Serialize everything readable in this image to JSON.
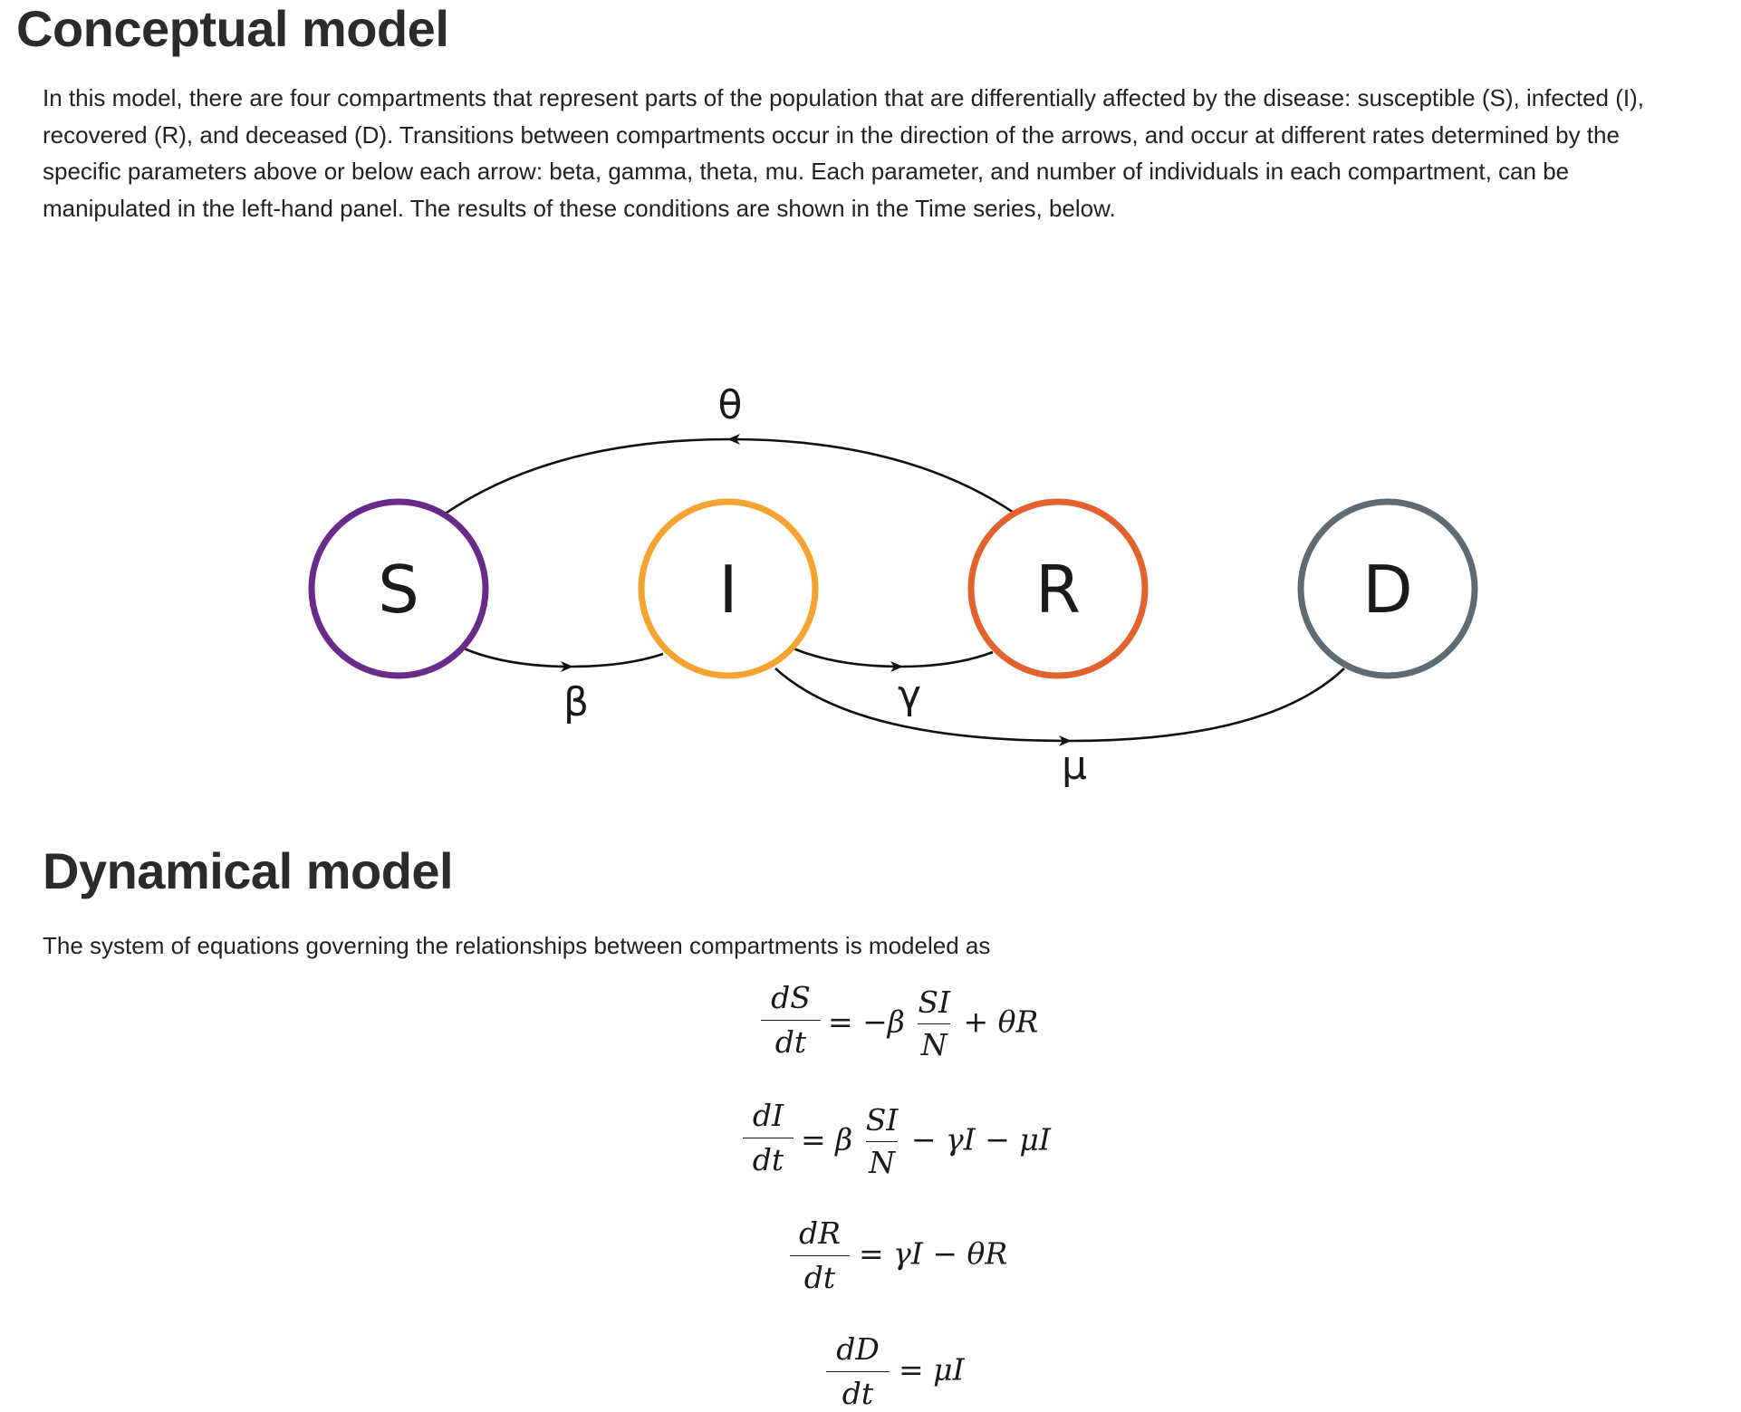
{
  "conceptual": {
    "title": "Conceptual model",
    "paragraph": "In this model, there are four compartments that represent parts of the population that are differentially affected by the disease: susceptible (S), infected (I), recovered (R), and deceased (D). Transitions between compartments occur in the direction of the arrows, and occur at different rates determined by the specific parameters above or below each arrow: beta, gamma, theta, mu. Each parameter, and number of individuals in each compartment, can be manipulated in the left-hand panel. The results of these conditions are shown in the Time series, below."
  },
  "diagram": {
    "nodes": [
      {
        "id": "S",
        "label": "S",
        "color": "#6a2a8a"
      },
      {
        "id": "I",
        "label": "I",
        "color": "#f5a431"
      },
      {
        "id": "R",
        "label": "R",
        "color": "#e2622e"
      },
      {
        "id": "D",
        "label": "D",
        "color": "#5f6a72"
      }
    ],
    "edges": [
      {
        "from": "S",
        "to": "I",
        "label": "β"
      },
      {
        "from": "I",
        "to": "R",
        "label": "γ"
      },
      {
        "from": "R",
        "to": "S",
        "label": "θ"
      },
      {
        "from": "I",
        "to": "D",
        "label": "μ"
      }
    ]
  },
  "dynamical": {
    "title": "Dynamical model",
    "paragraph": "The system of equations governing the relationships between compartments is modeled as",
    "equations": [
      {
        "num": "dS",
        "den": "dt",
        "rhs_pre": "= −β",
        "frac_num": "SI",
        "frac_den": "N",
        "rhs_post": "+ θR"
      },
      {
        "num": "dI",
        "den": "dt",
        "rhs_pre": "= β",
        "frac_num": "SI",
        "frac_den": "N",
        "rhs_post": "− γI − μI"
      },
      {
        "num": "dR",
        "den": "dt",
        "rhs_pre": "= γI − θR",
        "frac_num": "",
        "frac_den": "",
        "rhs_post": ""
      },
      {
        "num": "dD",
        "den": "dt",
        "rhs_pre": "= μI",
        "frac_num": "",
        "frac_den": "",
        "rhs_post": ""
      }
    ]
  }
}
